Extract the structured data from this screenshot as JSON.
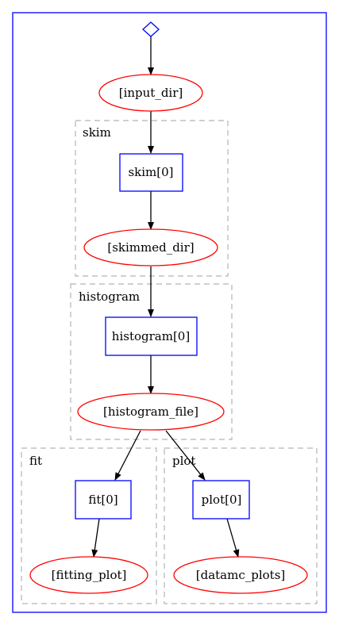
{
  "graph": {
    "clusters": [
      {
        "id": "skim",
        "label": "skim"
      },
      {
        "id": "histogram",
        "label": "histogram"
      },
      {
        "id": "fit",
        "label": "fit"
      },
      {
        "id": "plot",
        "label": "plot"
      }
    ],
    "nodes": [
      {
        "id": "start",
        "shape": "diamond",
        "label": ""
      },
      {
        "id": "input_dir",
        "shape": "ellipse",
        "label": "[input_dir]"
      },
      {
        "id": "skim0",
        "shape": "box",
        "label": "skim[0]"
      },
      {
        "id": "skimmed_dir",
        "shape": "ellipse",
        "label": "[skimmed_dir]"
      },
      {
        "id": "histogram0",
        "shape": "box",
        "label": "histogram[0]"
      },
      {
        "id": "histogram_file",
        "shape": "ellipse",
        "label": "[histogram_file]"
      },
      {
        "id": "fit0",
        "shape": "box",
        "label": "fit[0]"
      },
      {
        "id": "fitting_plot",
        "shape": "ellipse",
        "label": "[fitting_plot]"
      },
      {
        "id": "plot0",
        "shape": "box",
        "label": "plot[0]"
      },
      {
        "id": "datamc_plots",
        "shape": "ellipse",
        "label": "[datamc_plots]"
      }
    ],
    "edges": [
      {
        "from": "start",
        "to": "input_dir"
      },
      {
        "from": "input_dir",
        "to": "skim0"
      },
      {
        "from": "skim0",
        "to": "skimmed_dir"
      },
      {
        "from": "skimmed_dir",
        "to": "histogram0"
      },
      {
        "from": "histogram0",
        "to": "histogram_file"
      },
      {
        "from": "histogram_file",
        "to": "fit0"
      },
      {
        "from": "histogram_file",
        "to": "plot0"
      },
      {
        "from": "fit0",
        "to": "fitting_plot"
      },
      {
        "from": "plot0",
        "to": "datamc_plots"
      }
    ]
  },
  "colors": {
    "outer_border": "#0000ff",
    "cluster_border": "#b3b3b3",
    "box_stroke": "#0000ff",
    "ellipse_stroke": "#ff0000",
    "diamond_stroke": "#0000ff",
    "edge": "#000000",
    "text": "#000000"
  }
}
